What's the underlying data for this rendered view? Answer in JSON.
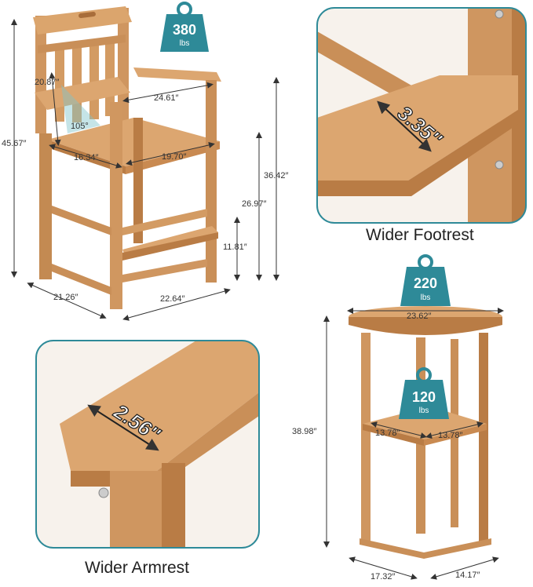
{
  "chair": {
    "weight_capacity": {
      "value": "380",
      "unit": "lbs"
    },
    "dimensions": {
      "total_height": "45.67″",
      "back_height": "20.87″",
      "back_angle": "105°",
      "arm_width": "24.61″",
      "seat_depth": "16.34″",
      "seat_width": "19.70″",
      "arm_height": "36.42″",
      "seat_height": "26.97″",
      "footrest_height": "11.81″",
      "base_depth": "21.26″",
      "base_width": "22.64″"
    }
  },
  "footrest_detail": {
    "measurement": "3.35″",
    "caption": "Wider Footrest"
  },
  "armrest_detail": {
    "measurement": "2.56″",
    "caption": "Wider Armrest"
  },
  "table": {
    "top_capacity": {
      "value": "220",
      "unit": "lbs"
    },
    "shelf_capacity": {
      "value": "120",
      "unit": "lbs"
    },
    "dimensions": {
      "top_diameter": "23.62″",
      "height": "38.98″",
      "shelf_left": "13.78″",
      "shelf_right": "13.78″",
      "base_depth": "17.32″",
      "base_width": "14.17″"
    }
  },
  "colors": {
    "wood": "#d9a26b",
    "wood_dark": "#b97c45",
    "accent": "#2e8a98",
    "frame": "#2e8a98"
  }
}
